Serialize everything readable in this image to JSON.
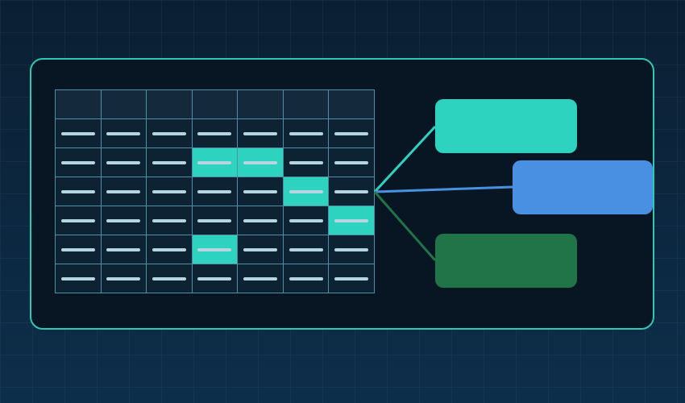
{
  "colors": {
    "background": "#0b1f33",
    "panel_border": "#2ec9b4",
    "panel_fill": "#081624",
    "grid_line": "#4f8fa3",
    "cell_fill": "#0d2233",
    "header_fill": "#14293b",
    "highlight": "#2ed3c0",
    "cell_line": "#b5d6e0"
  },
  "table": {
    "columns": 7,
    "header_rows": 1,
    "data_rows": 6,
    "highlighted_cells": [
      {
        "row": 2,
        "col": 3
      },
      {
        "row": 2,
        "col": 4
      },
      {
        "row": 3,
        "col": 5
      },
      {
        "row": 4,
        "col": 6
      },
      {
        "row": 5,
        "col": 3
      }
    ]
  },
  "outputs": [
    {
      "color": "#2ed3c0",
      "connector_color": "#2ed3c0"
    },
    {
      "color": "#4a90e2",
      "connector_color": "#4a90e2"
    },
    {
      "color": "#217447",
      "connector_color": "#217447"
    }
  ]
}
